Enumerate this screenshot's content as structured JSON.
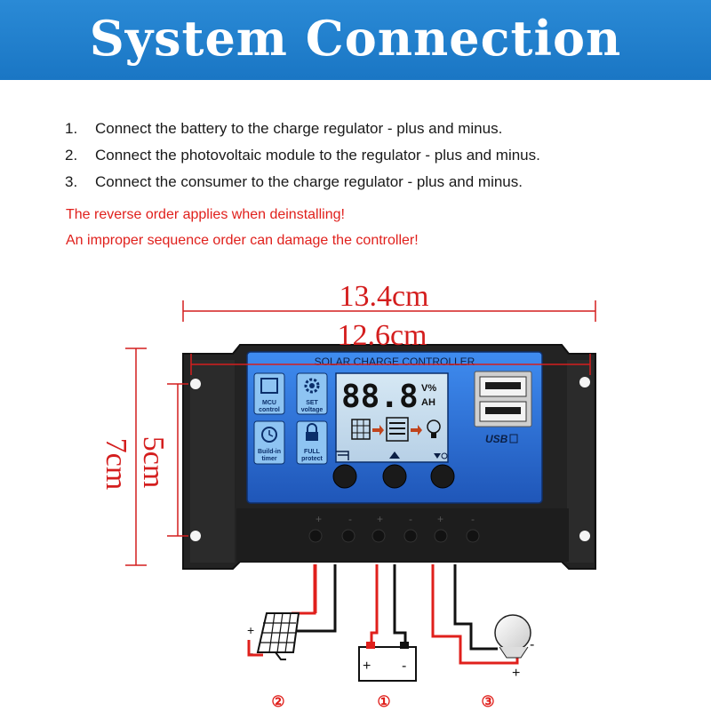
{
  "header": {
    "title": "System Connection"
  },
  "steps": [
    {
      "number": "1.",
      "text": "Connect the battery to the charge regulator - plus and minus."
    },
    {
      "number": "2.",
      "text": "Connect the photovoltaic module to the regulator - plus and minus."
    },
    {
      "number": "3.",
      "text": "Connect the consumer to the charge regulator - plus and minus."
    }
  ],
  "warnings": [
    "The reverse order applies when deinstalling!",
    "An improper sequence order can damage the controller!"
  ],
  "dimensions": {
    "overall_width": "13.4cm",
    "mount_width": "12.6cm",
    "overall_height": "7cm",
    "mount_height": "5cm"
  },
  "controller": {
    "label": "SOLAR CHARGE CONTROLLER",
    "lcd_value": "88.8",
    "lcd_unit_top": "V%",
    "lcd_unit_bottom": "AH",
    "usb_label": "USB",
    "icons": [
      {
        "name": "mcu-icon",
        "label_line1": "MCU",
        "label_line2": "control"
      },
      {
        "name": "gear-icon",
        "label_line1": "SET",
        "label_line2": "voltage"
      },
      {
        "name": "clock-icon",
        "label_line1": "Build-in",
        "label_line2": "timer"
      },
      {
        "name": "lock-icon",
        "label_line1": "FULL",
        "label_line2": "protect"
      }
    ],
    "terminal_marks": [
      "+",
      "-",
      "+",
      "-",
      "+",
      "-"
    ]
  },
  "connection_order": [
    "②",
    "①",
    "③"
  ],
  "polarity": {
    "plus": "+",
    "minus": "-"
  },
  "colors": {
    "banner": "#1a76c4",
    "warning": "#e0201c",
    "dimension": "#d41e1e",
    "panel": "#2a6fd6",
    "housing": "#1e1e1e"
  }
}
